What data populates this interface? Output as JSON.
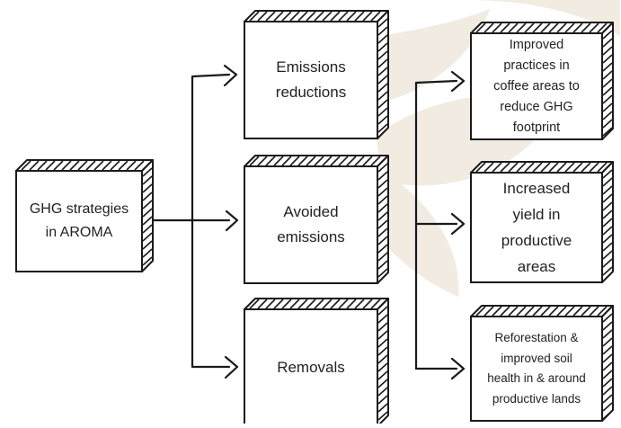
{
  "diagram": {
    "root": {
      "label": "GHG strategies\nin AROMA"
    },
    "categories": [
      {
        "label": "Emissions\nreductions"
      },
      {
        "label": "Avoided\nemissions"
      },
      {
        "label": "Removals"
      }
    ],
    "outcomes": [
      {
        "label": "Improved\npractices in\ncoffee areas to\nreduce GHG\nfootprint"
      },
      {
        "label": "Increased\nyield in\nproductive\nareas"
      },
      {
        "label": "Reforestation &\nimproved soil\nhealth in & around\nproductive lands"
      }
    ]
  },
  "colors": {
    "ink": "#1a1a1a",
    "box_fill": "#ffffff",
    "leaf_decoration": "#f1ebe2"
  }
}
